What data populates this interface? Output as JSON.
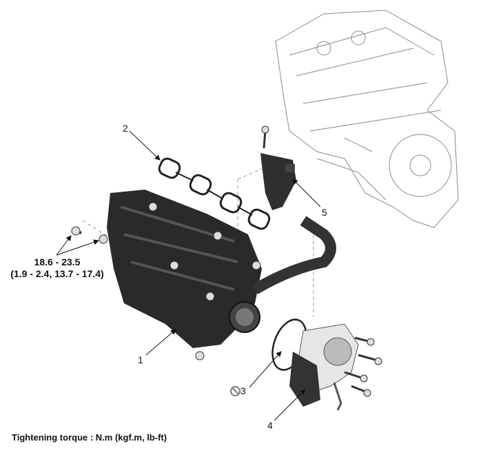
{
  "callouts": {
    "c1": "1",
    "c2": "2",
    "c3": "3",
    "c4": "4",
    "c5": "5"
  },
  "torque": {
    "line1": "18.6 - 23.5",
    "line2": "(1.9 - 2.4, 13.7 - 17.4)"
  },
  "caption": "Tightening torque : N.m (kgf.m, lb-ft)",
  "icons": {
    "non_reusable": "no-reuse-icon"
  }
}
